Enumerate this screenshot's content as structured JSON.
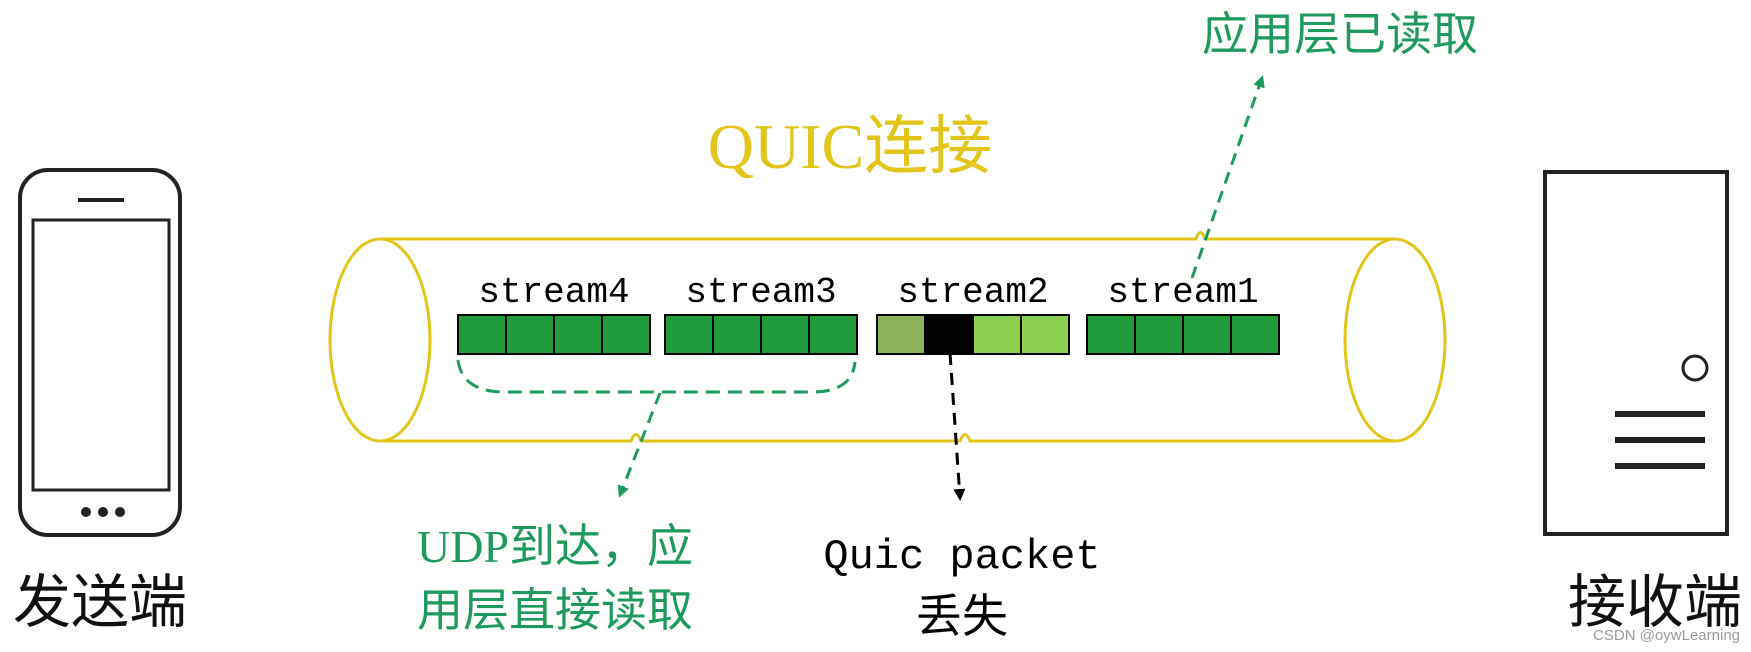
{
  "title": "QUIC连接",
  "sender_label": "发送端",
  "receiver_label": "接收端",
  "streams": [
    {
      "name": "stream4",
      "cells": [
        "#1e9c3c",
        "#1e9c3c",
        "#1e9c3c",
        "#1e9c3c"
      ]
    },
    {
      "name": "stream3",
      "cells": [
        "#1e9c3c",
        "#1e9c3c",
        "#1e9c3c",
        "#1e9c3c"
      ]
    },
    {
      "name": "stream2",
      "cells": [
        "#8cb35a",
        "#000000",
        "#8bd14f",
        "#8bd14f"
      ]
    },
    {
      "name": "stream1",
      "cells": [
        "#1e9c3c",
        "#1e9c3c",
        "#1e9c3c",
        "#1e9c3c"
      ]
    }
  ],
  "annotations": {
    "app_read": "应用层已读取",
    "udp_arrival_line1": "UDP到达，应",
    "udp_arrival_line2": "用层直接读取",
    "packet_lost_line1": "Quic packet",
    "packet_lost_line2": "丢失"
  },
  "watermark": "CSDN @oywLearning",
  "colors": {
    "tube": "#e3c51a",
    "title": "#e3c51a",
    "annotation_green": "#1e9a5e",
    "cell_border": "#000000",
    "device_stroke": "#222222"
  }
}
